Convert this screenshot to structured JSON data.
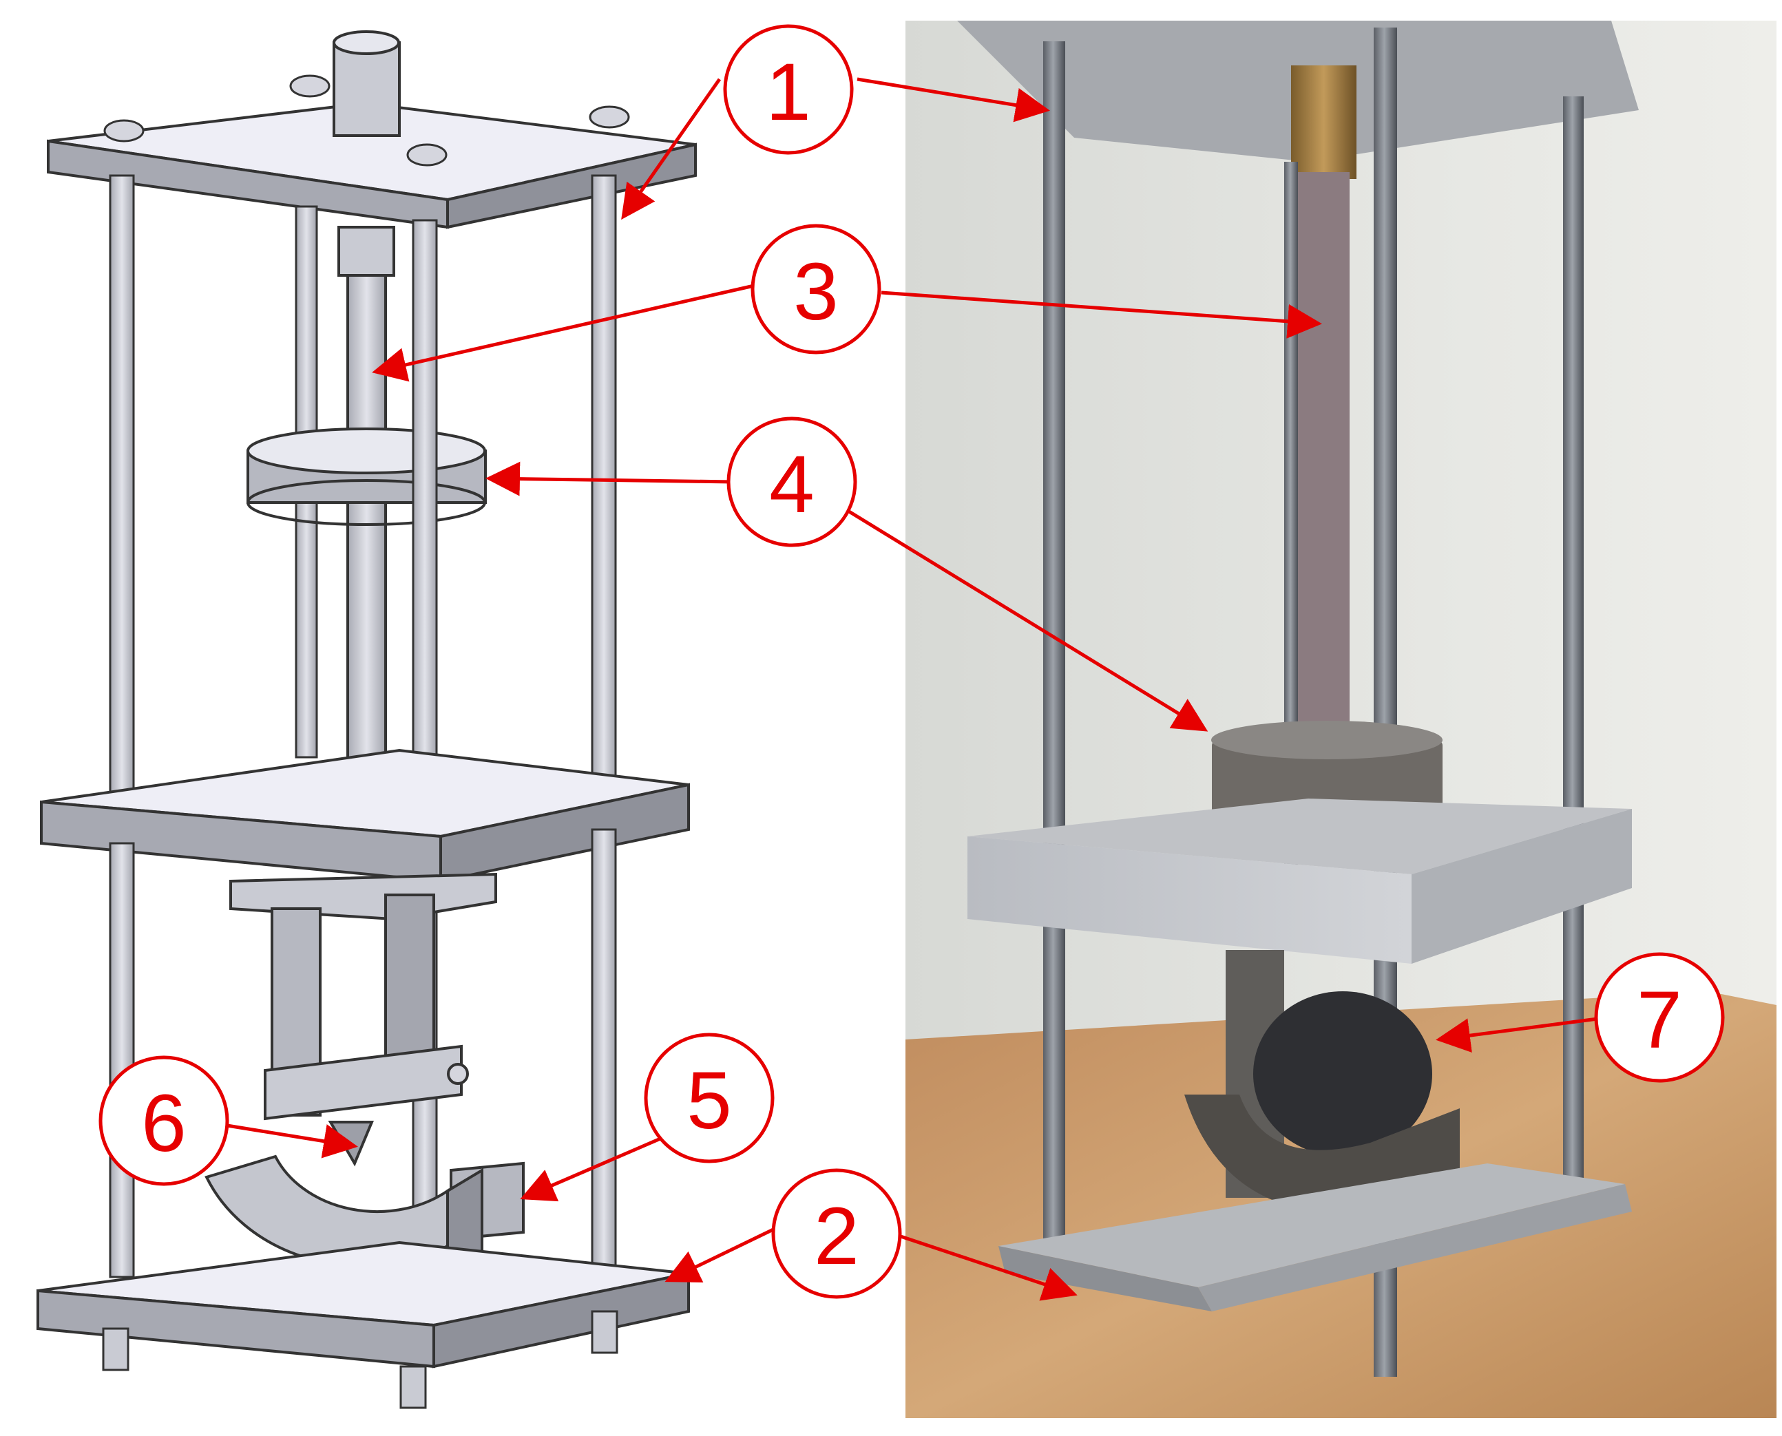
{
  "colors": {
    "callout": "#e60000",
    "cad_plate_top": "#eeeef6",
    "cad_plate_side": "#9d9fa8",
    "cad_rod": "#c4c6ce",
    "photo_wall": "#dfe0dc",
    "photo_wood": "#c79a6c",
    "photo_steel": "#8f9399"
  },
  "callouts": [
    {
      "id": "c1",
      "label": "1"
    },
    {
      "id": "c2",
      "label": "2"
    },
    {
      "id": "c3",
      "label": "3"
    },
    {
      "id": "c4",
      "label": "4"
    },
    {
      "id": "c5",
      "label": "5"
    },
    {
      "id": "c6",
      "label": "6"
    },
    {
      "id": "c7",
      "label": "7"
    }
  ]
}
